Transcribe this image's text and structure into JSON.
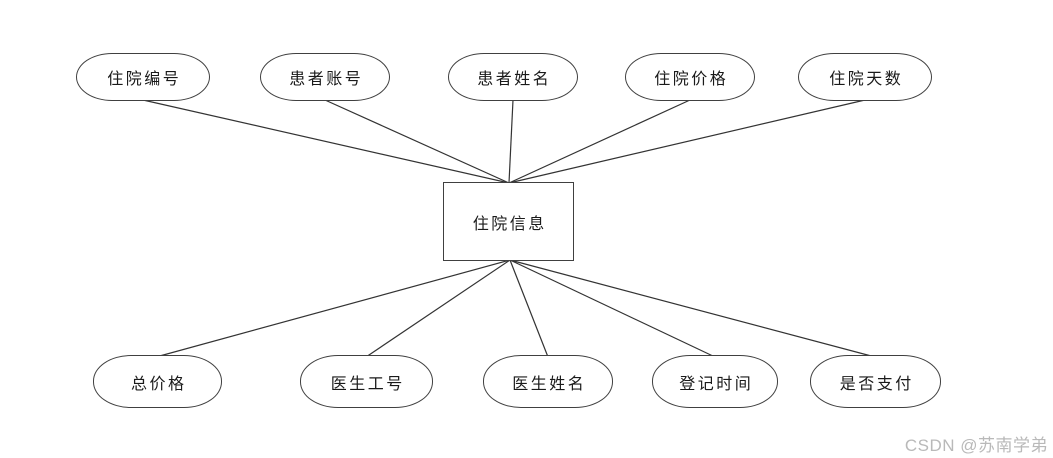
{
  "diagram": {
    "entity": {
      "label": "住院信息"
    },
    "top_attributes": [
      {
        "label": "住院编号"
      },
      {
        "label": "患者账号"
      },
      {
        "label": "患者姓名"
      },
      {
        "label": "住院价格"
      },
      {
        "label": "住院天数"
      }
    ],
    "bottom_attributes": [
      {
        "label": "总价格"
      },
      {
        "label": "医生工号"
      },
      {
        "label": "医生姓名"
      },
      {
        "label": "登记时间"
      },
      {
        "label": "是否支付"
      }
    ],
    "watermark": "CSDN @苏南学弟",
    "colors": {
      "background": "#ffffff",
      "shape_border": "#404040",
      "line": "#333333",
      "text": "#1a1a1a",
      "watermark": "#b9b9b9"
    }
  }
}
